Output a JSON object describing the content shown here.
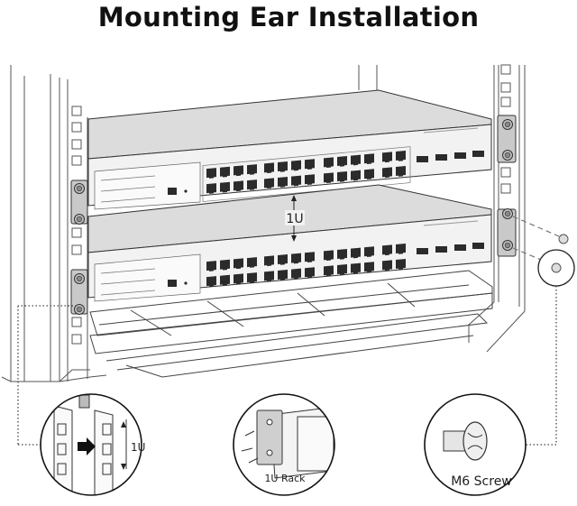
{
  "title": "Mounting Ear Installation",
  "diagram": {
    "spacing_label": "1U",
    "switch_units": [
      {
        "name": "upper switch",
        "rj45_ports": 28,
        "sfp_ports": 4
      },
      {
        "name": "lower switch",
        "rj45_ports": 28,
        "sfp_ports": 4
      }
    ],
    "callouts": [
      {
        "id": "rack-rail-detail",
        "label": "1U"
      },
      {
        "id": "mounting-ear-detail",
        "label": "1U Rack"
      },
      {
        "id": "screw-detail",
        "label": "M6 Screw"
      }
    ]
  },
  "colors": {
    "line": "#333333",
    "switch_top": "#dcdcdc",
    "switch_front": "#f2f2f2",
    "port": "#2b2b2b",
    "ear": "#c9c9c9"
  }
}
